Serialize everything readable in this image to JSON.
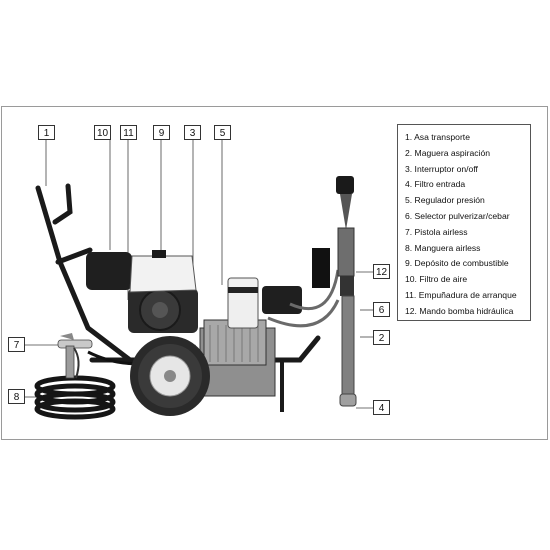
{
  "callouts": {
    "c1": "1",
    "c10": "10",
    "c11": "11",
    "c9": "9",
    "c3": "3",
    "c5": "5",
    "c7": "7",
    "c8": "8",
    "c12": "12",
    "c6": "6",
    "c2": "2",
    "c4": "4"
  },
  "legend": {
    "items": [
      "1. Asa transporte",
      "2. Maguera aspiración",
      "3. Interruptor on/off",
      "4. Filtro entrada",
      "5. Regulador presión",
      "6. Selector pulverizar/cebar",
      "7. Pistola airless",
      "8. Manguera airless",
      "9. Depósito de combustible",
      "10. Filtro de aire",
      "11. Empuñadura de arranque",
      "12. Mando bomba hidráulica"
    ]
  },
  "colors": {
    "frame": "#9a9a9a",
    "frame_dark": "#1a1a1a",
    "tank_white": "#f2f2f2",
    "metal": "#b8b8b8",
    "tire": "#2a2a2a"
  }
}
